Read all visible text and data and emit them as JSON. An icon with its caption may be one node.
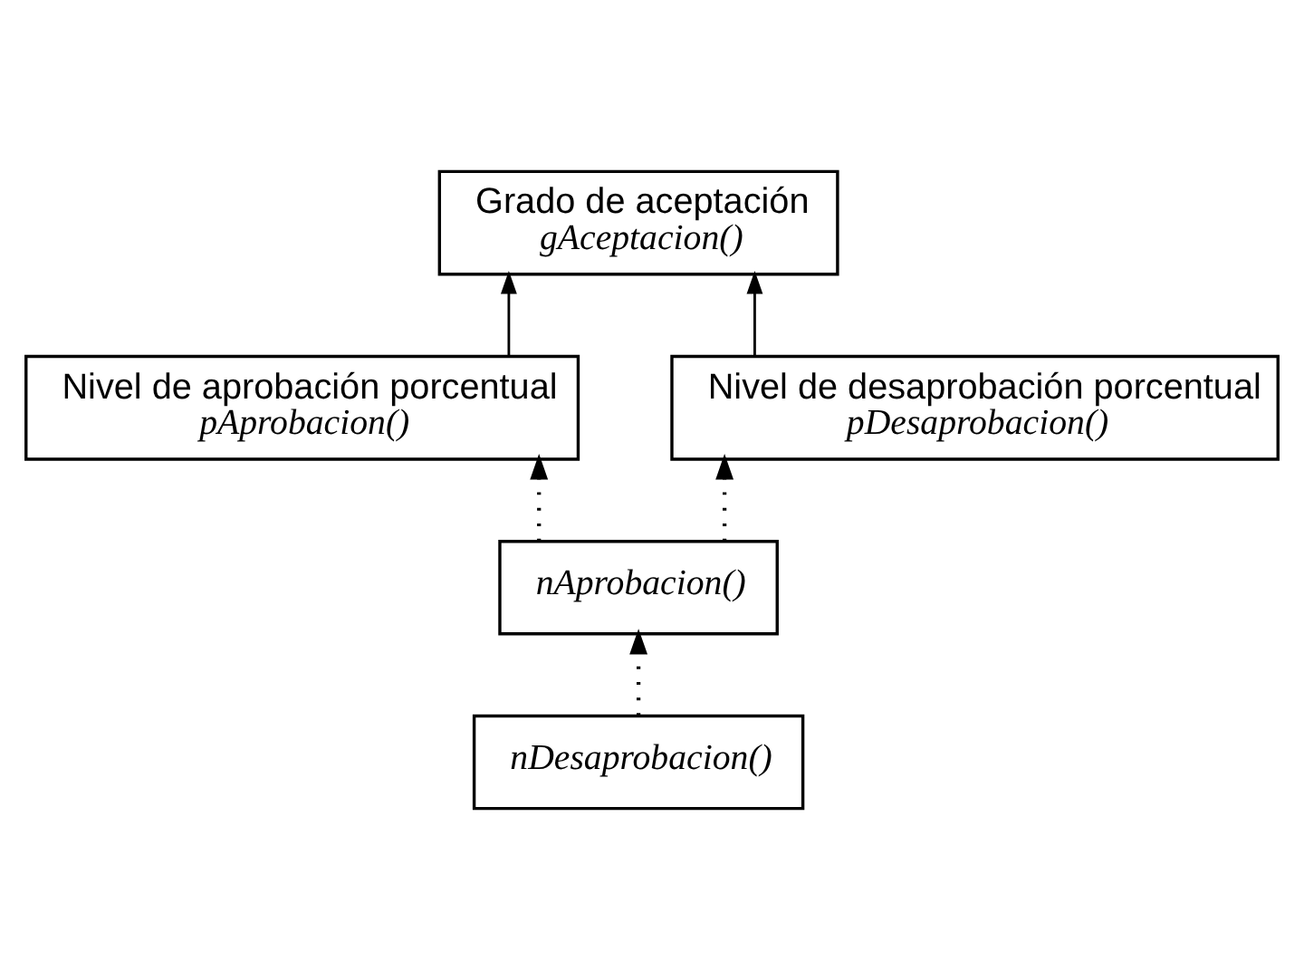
{
  "diagram": {
    "nodes": [
      {
        "text": [
          "Grado de aceptación",
          "gAceptacion()"
        ]
      },
      {
        "text": [
          "Nivel de aprobación porcentual",
          "pAprobacion()"
        ]
      },
      {
        "text": [
          "Nivel de desaprobación porcentual",
          "pDesaprobacion()"
        ]
      },
      {
        "text": [
          "nAprobacion()"
        ]
      },
      {
        "text": [
          "nDesaprobacion()"
        ]
      }
    ],
    "edges": [
      {
        "from": 1,
        "to": 0,
        "arrow": "to"
      },
      {
        "from": 2,
        "to": 0,
        "arrow": "to"
      },
      {
        "from": 3,
        "to": 1,
        "arrow": "to",
        "style": "dashed"
      },
      {
        "from": 3,
        "to": 2,
        "arrow": "to",
        "style": "dashed"
      },
      {
        "from": 4,
        "to": 3,
        "arrow": "to",
        "style": "dashed"
      }
    ]
  }
}
